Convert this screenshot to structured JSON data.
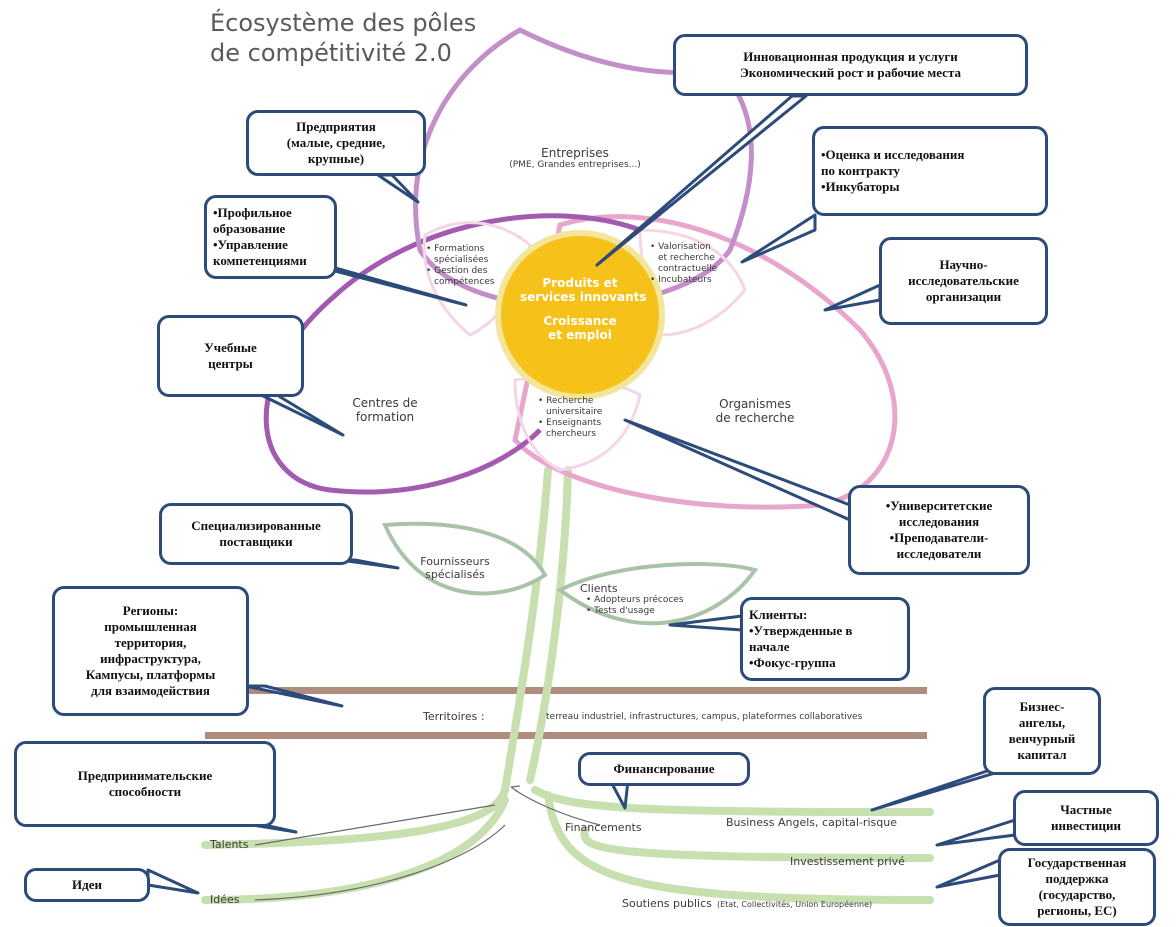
{
  "title": {
    "line1": "Écosystème des pôles",
    "line2": "de compétitivité 2.0"
  },
  "center": {
    "line1": "Produits et",
    "line2": "services innovants",
    "line3": "Croissance",
    "line4": "et emploi"
  },
  "petals": {
    "entreprises": {
      "title": "Entreprises",
      "sub": "(PME, Grandes entreprises...)"
    },
    "formation": {
      "line1": "Centres de",
      "line2": "formation"
    },
    "recherche": {
      "line1": "Organismes",
      "line2": "de recherche"
    }
  },
  "overlaps": {
    "left": [
      "• Formations",
      "spécialisées",
      "• Gestion des",
      "compétences"
    ],
    "right": [
      "• Valorisation",
      "et recherche",
      "contractuelle",
      "• Incubateurs"
    ],
    "bottom": [
      "• Recherche",
      "universitaire",
      "• Enseignants",
      "chercheurs"
    ]
  },
  "leaves": {
    "fournisseurs": {
      "line1": "Fournisseurs",
      "line2": "spécialisés"
    },
    "clients": {
      "title": "Clients",
      "item1": "• Adopteurs précoces",
      "item2": "• Tests d'usage"
    }
  },
  "ground": {
    "label": "Territoires :",
    "text": "terreau industriel, infrastructures, campus, plateformes collaboratives"
  },
  "roots": {
    "talents": "Talents",
    "idees": "Idées",
    "financements": "Financements",
    "business": "Business Angels, capital-risque",
    "prive": "Investissement privé",
    "publics": "Soutiens publics",
    "publics_sub": "(Etat, Collectivités, Union Européenne)"
  },
  "callouts": {
    "innov": [
      "Инновационная продукция и услуги",
      "Экономический рост и рабочие места"
    ],
    "predpr": [
      "Предприятия",
      "(малые, средние,",
      "крупные)"
    ],
    "ocenka": [
      "•Оценка и исследования",
      "по контракту",
      "•Инкубаторы"
    ],
    "profil": [
      "•Профильное",
      "образование",
      "•Управление",
      "компетенциями"
    ],
    "nauch": [
      "Научно-",
      "исследовательские",
      "организации"
    ],
    "uchebn": [
      "Учебные",
      "центры"
    ],
    "univ": [
      "•Университетские",
      "исследования",
      "•Преподаватели-",
      "исследователи"
    ],
    "spec": [
      "Специализированные",
      "поставщики"
    ],
    "regiony": [
      "Регионы:",
      "промышленная",
      "территория,",
      "инфраструктура,",
      "Кампусы, платформы",
      "для взаимодействия"
    ],
    "klienty": [
      "Клиенты:",
      "•Утвержденные в",
      "начале",
      "•Фокус-группа"
    ],
    "predprin": [
      "Предпринимательские",
      "способности"
    ],
    "finans": [
      "Финансирование"
    ],
    "biznes": [
      "Бизнес-",
      "ангелы,",
      "венчурный",
      "капитал"
    ],
    "chastn": [
      "Частные",
      "инвестиции"
    ],
    "gosud": [
      "Государственная",
      "поддержка",
      "(государство,",
      "регионы, ЕС)"
    ],
    "idei": [
      "Идеи"
    ]
  },
  "colors": {
    "purple": "#a25bb0",
    "pink": "#e8a6cd",
    "light_pink": "#f4d6e8",
    "green": "#c8dfb0",
    "leaf": "#8aa589",
    "soil": "#b08c7e",
    "center_fill": "#f6c21a",
    "center_stroke": "#f3e59a",
    "box_border": "#2c4a7a"
  }
}
